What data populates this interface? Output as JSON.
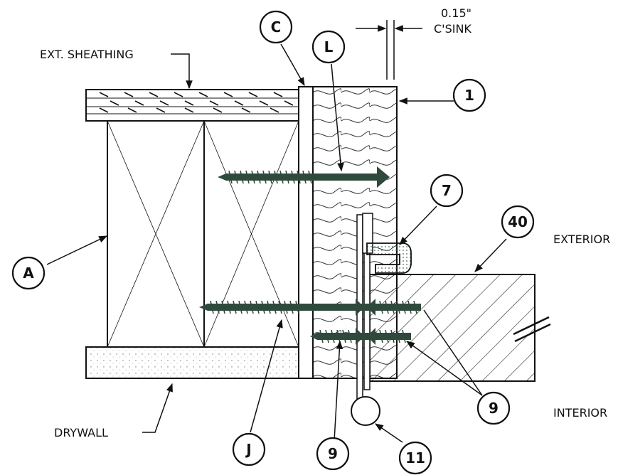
{
  "labels": {
    "ext_sheathing": "EXT. SHEATHING",
    "drywall": "DRYWALL",
    "exterior": "EXTERIOR",
    "interior": "INTERIOR",
    "csink_value": "0.15\"",
    "csink_text": "C'SINK"
  },
  "callouts": {
    "c": "C",
    "l": "L",
    "one": "1",
    "seven": "7",
    "forty": "40",
    "a": "A",
    "nine_right": "9",
    "j": "J",
    "nine_bottom": "9",
    "eleven": "11"
  },
  "colors": {
    "line": "#111111",
    "screw": "#2f4a3c",
    "gasket": "#cfe3d6"
  }
}
